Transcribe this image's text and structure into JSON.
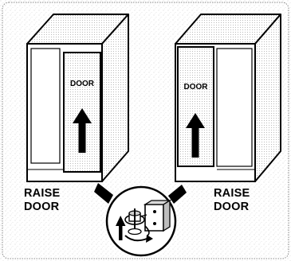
{
  "figure": {
    "left_unit": {
      "door_label": "DOOR",
      "caption_line1": "RAISE",
      "caption_line2": "DOOR",
      "action": "raise"
    },
    "right_unit": {
      "door_label": "DOOR",
      "caption_line1": "RAISE",
      "caption_line2": "DOOR",
      "action": "raise"
    },
    "detail": {
      "subject": "door hinge adjustment",
      "icons": [
        "up-arrow-icon",
        "hinge-icon",
        "rotate-arrow-icon"
      ]
    },
    "colors": {
      "ink": "#000000",
      "panel": "#ffffff",
      "texture": "#c9c9c9"
    }
  }
}
